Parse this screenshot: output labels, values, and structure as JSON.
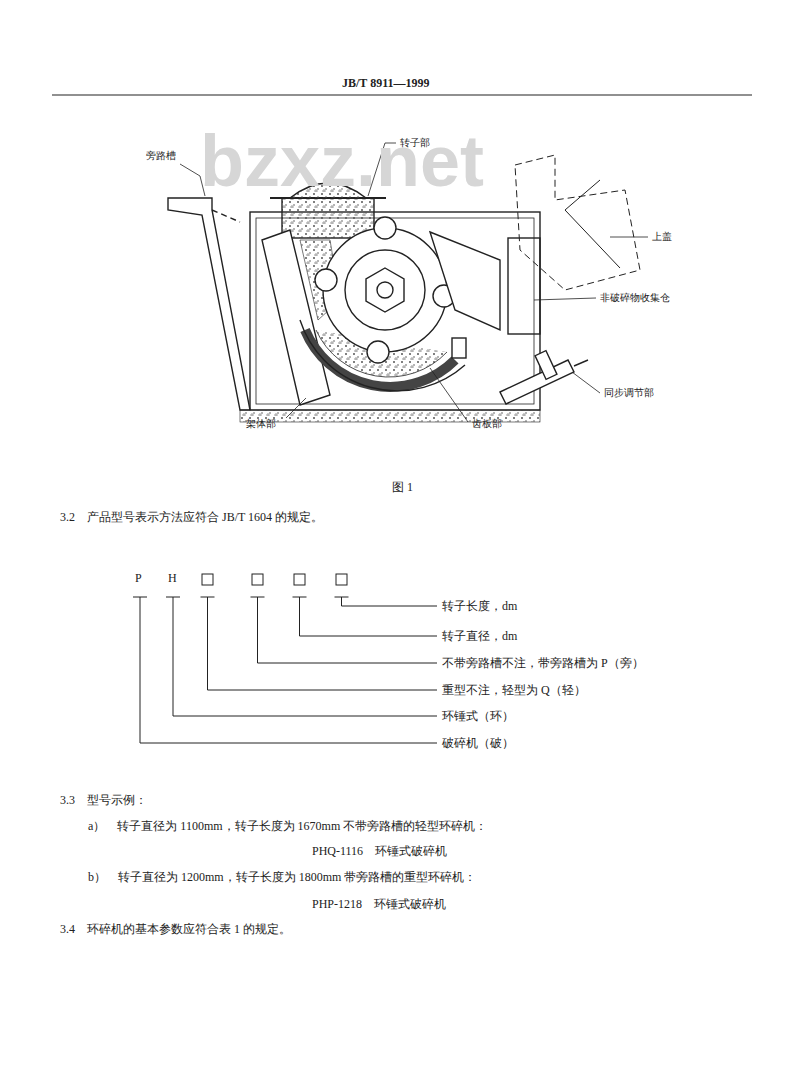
{
  "diagram": {
    "caption": "图 1",
    "labels": [
      "JB/T 8911—1999",
      "bzxz.net",
      "旁路槽",
      "转子部",
      "上盖",
      "非破碎物收集仓",
      "同步调节部",
      "齿板部",
      "架体部",
      "3.2　产品型号表示方法应符合 JB/T 1604 的规定。",
      "P",
      "H",
      "转子长度，dm",
      "转子直径，dm",
      "不带旁路槽不注，带旁路槽为 P（旁）",
      "重型不注，轻型为 Q（轻）",
      "环锤式（环）",
      "破碎机（破）",
      "3.3　型号示例：",
      "a）　转子直径为 1100mm，转子长度为 1670mm 不带旁路槽的轻型环碎机：",
      "PHQ-1116　环锤式破碎机",
      "b）　转子直径为 1200mm，转子长度为 1800mm 带旁路槽的重型环碎机：",
      "PHP-1218　环锤式破碎机",
      "3.4　环碎机的基本参数应符合表 1 的规定。"
    ]
  }
}
